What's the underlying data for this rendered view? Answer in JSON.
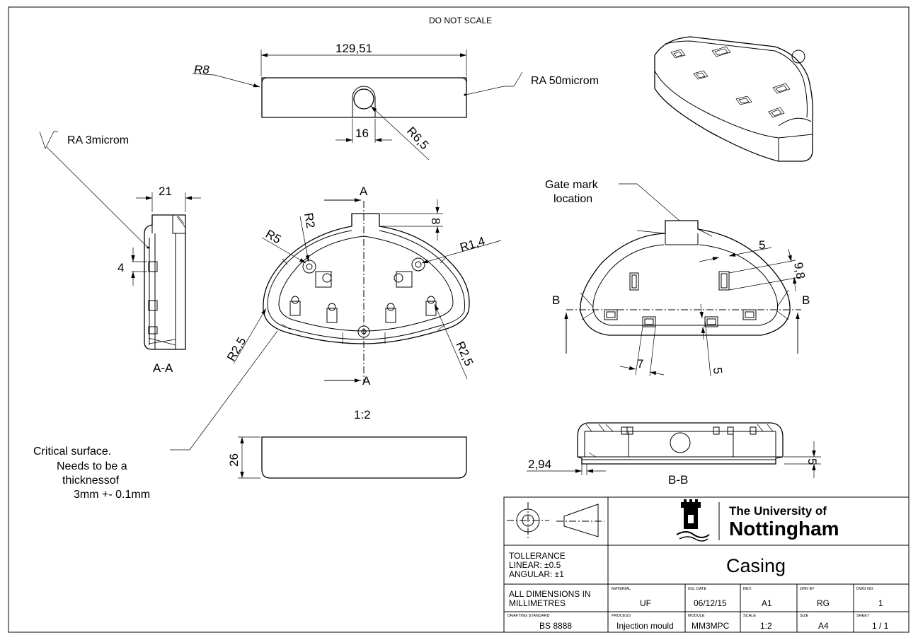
{
  "header": {
    "do_not_scale": "DO NOT SCALE"
  },
  "dimensions": {
    "top_width": "129,51",
    "top_r8": "R8",
    "top_16": "16",
    "top_r65": "R6,5",
    "side_21": "21",
    "side_4": "4",
    "plan_8": "8",
    "plan_r5": "R5",
    "plan_r2": "R2",
    "plan_r14": "R1,4",
    "plan_r25_left": "R2,5",
    "plan_r25_right": "R2,5",
    "height_26": "26",
    "iso_5_top": "5",
    "iso_98": "9,8",
    "iso_7": "7",
    "iso_5_bottom": "5",
    "bb_294": "2,94",
    "bb_5": "5"
  },
  "notes": {
    "ra50": "RA 50microm",
    "ra3": "RA 3microm",
    "gate_line1": "Gate mark",
    "gate_line2": "location",
    "critical_line1": "Critical surface.",
    "critical_line2": "Needs to be a",
    "critical_line3": "thicknessof",
    "critical_line4": "3mm +- 0.1mm"
  },
  "views": {
    "section_aa": "A-A",
    "section_bb": "B-B",
    "scale": "1:2",
    "label_a": "A",
    "label_b": "B"
  },
  "title_block": {
    "university_line1": "The University of",
    "university_line2": "Nottingham",
    "tolerance_title": "TOLLERANCE",
    "tolerance_linear": "LINEAR: ±0.5",
    "tolerance_angular": "ANGULAR: ±1",
    "title": "Casing",
    "units_line1": "ALL DIMENSIONS IN",
    "units_line2": "MILLIMETRES",
    "material_label": "MATERIAL",
    "material_value": "UF",
    "iss_date_label": "ISS. DATE",
    "iss_date_value": "06/12/15",
    "rev_label": "REV.",
    "rev_value": "A1",
    "drn_by_label": "DRN BY",
    "drn_by_value": "RG",
    "dwg_no_label": "DWG NO.",
    "dwg_no_value": "1",
    "drafting_std_label": "DRAFTING STANDARD",
    "drafting_std_value": "BS 8888",
    "process_label": "PROCESS",
    "process_value": "Injection mould",
    "module_label": "MODULE",
    "module_value": "MM3MPC",
    "scale_label": "SCALE",
    "scale_value": "1:2",
    "size_label": "SIZE",
    "size_value": "A4",
    "sheet_label": "SHEET",
    "sheet_value": "1 / 1"
  }
}
